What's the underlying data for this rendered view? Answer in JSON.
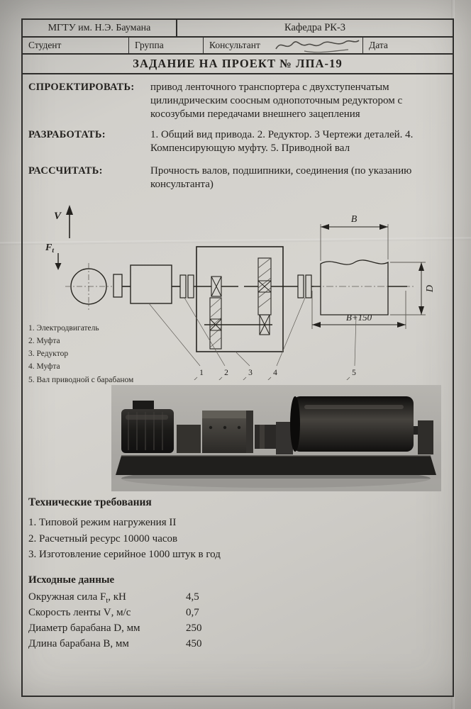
{
  "colors": {
    "ink": "#23211e",
    "paper": "#d3d1cc"
  },
  "header": {
    "university": "МГТУ им. Н.Э. Баумана",
    "department": "Кафедра РК-3",
    "student_label": "Студент",
    "group_label": "Группа",
    "consultant_label": "Консультант",
    "date_label": "Дата",
    "title": "ЗАДАНИЕ НА ПРОЕКТ № ЛПА-19"
  },
  "sections": {
    "design": {
      "label": "СПРОЕКТИРОВАТЬ:",
      "text": "привод ленточного транспортера с двухступенчатым цилиндрическим соосным однопоточным редуктором с косозубыми передачами внешнего зацепления"
    },
    "develop": {
      "label": "РАЗРАБОТАТЬ:",
      "text": "1. Общий вид привода. 2. Редуктор. 3 Чертежи деталей. 4. Компенсирующую муфту. 5. Приводной вал"
    },
    "calculate": {
      "label": "РАССЧИТАТЬ:",
      "text": "Прочность валов, подшипники, соединения (по указанию консультанта)"
    }
  },
  "diagram": {
    "labels": {
      "v": "V",
      "f": "F",
      "f_sub": "t",
      "b": "B",
      "b_plus": "B+150",
      "d": "D"
    },
    "callouts": [
      "1",
      "2",
      "3",
      "4",
      "5"
    ],
    "legend": [
      "1. Электродвигатель",
      "2. Муфта",
      "3. Редуктор",
      "4. Муфта",
      "5. Вал приводной с барабаном"
    ]
  },
  "tech": {
    "title": "Технические требования",
    "items": [
      "1. Типовой режим нагружения II",
      "2. Расчетный ресурс 10000 часов",
      "3. Изготовление серийное 1000 штук в год"
    ]
  },
  "initial": {
    "title": "Исходные данные",
    "rows": [
      {
        "pre": "Окружная сила F",
        "sub": "t",
        "post": ", кН",
        "value": "4,5"
      },
      {
        "pre": "Скорость ленты V",
        "sub": "",
        "post": ", м/с",
        "value": "0,7"
      },
      {
        "pre": "Диаметр барабана D",
        "sub": "",
        "post": ", мм",
        "value": "250"
      },
      {
        "pre": "Длина барабана B",
        "sub": "",
        "post": ", мм",
        "value": "450"
      }
    ]
  }
}
